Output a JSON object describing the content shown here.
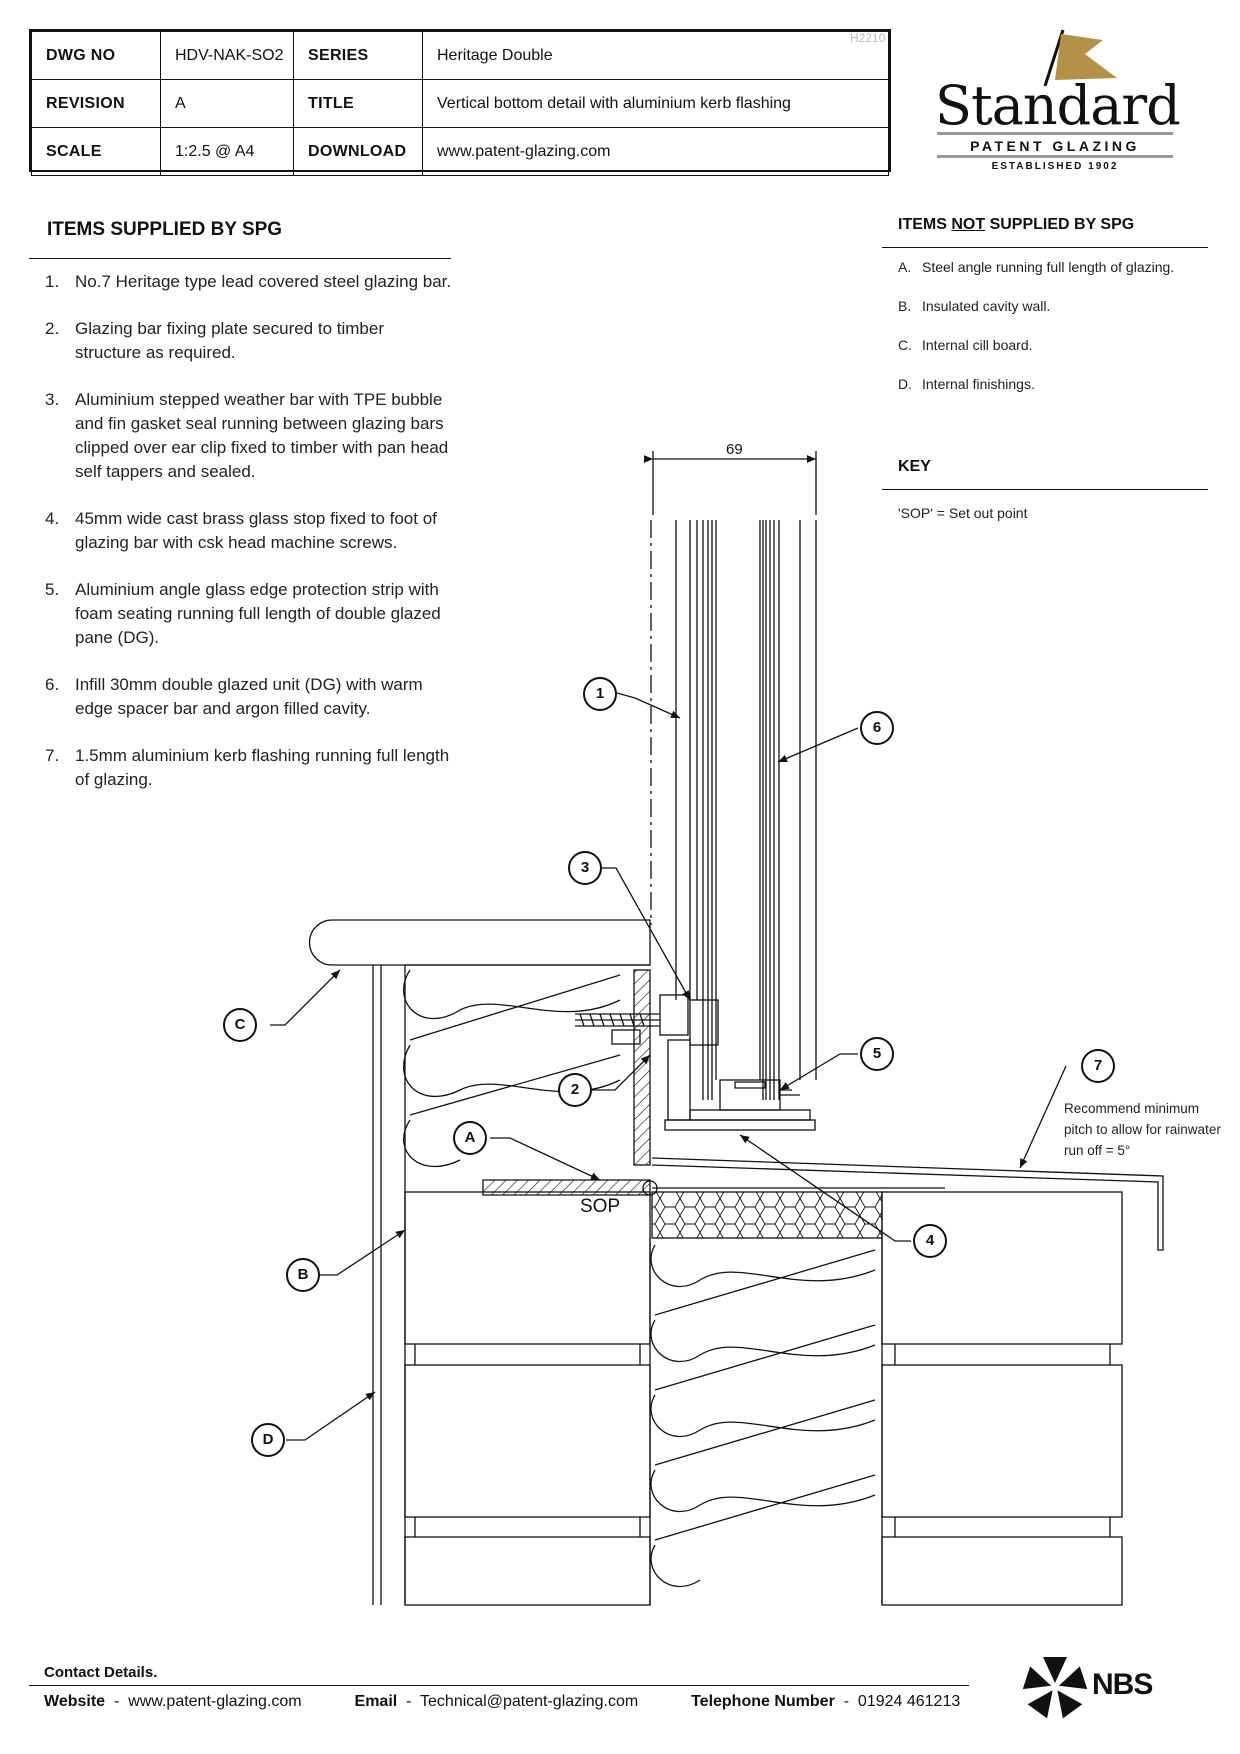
{
  "title_block": {
    "dwg_no_label": "DWG NO",
    "dwg_no": "HDV-NAK-SO2",
    "series_label": "SERIES",
    "series": "Heritage Double",
    "revision_label": "REVISION",
    "revision": "A",
    "title_label": "TITLE",
    "title": "Vertical bottom detail with aluminium kerb flashing",
    "scale_label": "SCALE",
    "scale": "1:2.5 @ A4",
    "download_label": "DOWNLOAD",
    "download": "www.patent-glazing.com",
    "ref": "H2210"
  },
  "logo": {
    "word": "Standard",
    "sub": "PATENT GLAZING",
    "est": "ESTABLISHED 1902"
  },
  "supplied": {
    "heading": "ITEMS SUPPLIED BY SPG",
    "items": [
      {
        "n": "1.",
        "text": "No.7 Heritage type lead covered steel glazing bar."
      },
      {
        "n": "2.",
        "text": "Glazing bar fixing plate secured to timber structure as required."
      },
      {
        "n": "3.",
        "text": "Aluminium stepped weather bar with TPE bubble and fin gasket seal running between glazing bars clipped over ear clip fixed to timber with pan head self tappers and sealed."
      },
      {
        "n": "4.",
        "text": "45mm wide cast brass glass stop fixed to foot of glazing bar with csk head machine screws."
      },
      {
        "n": "5.",
        "text": "Aluminium angle glass edge protection strip with foam seating running full length of double glazed pane (DG)."
      },
      {
        "n": "6.",
        "text": "Infill 30mm double glazed unit (DG) with warm edge spacer bar and argon filled cavity."
      },
      {
        "n": "7.",
        "text": "1.5mm aluminium kerb flashing running full length of glazing."
      }
    ]
  },
  "not_supplied": {
    "heading_pre": "ITEMS ",
    "heading_not": "NOT",
    "heading_post": " SUPPLIED BY SPG",
    "items": [
      {
        "n": "A.",
        "text": "Steel angle running full length of glazing."
      },
      {
        "n": "B.",
        "text": "Insulated cavity wall."
      },
      {
        "n": "C.",
        "text": "Internal cill board."
      },
      {
        "n": "D.",
        "text": "Internal finishings."
      }
    ]
  },
  "key": {
    "heading": "KEY",
    "text": "'SOP' = Set out point"
  },
  "drawing": {
    "dimension": "69",
    "sop": "SOP",
    "pitch_note": "Recommend minimum pitch to allow for rainwater run off = 5°",
    "bubbles": {
      "b1": "1",
      "b2": "2",
      "b3": "3",
      "b4": "4",
      "b5": "5",
      "b6": "6",
      "b7": "7",
      "bA": "A",
      "bB": "B",
      "bC": "C",
      "bD": "D"
    }
  },
  "footer": {
    "contact": "Contact Details.",
    "website_label": "Website",
    "website": "www.patent-glazing.com",
    "email_label": "Email",
    "email": "Technical@patent-glazing.com",
    "phone_label": "Telephone Number",
    "phone": "01924 461213",
    "nbs": "NBS"
  },
  "colors": {
    "logo_gold": "#b39247",
    "line": "#111111"
  }
}
